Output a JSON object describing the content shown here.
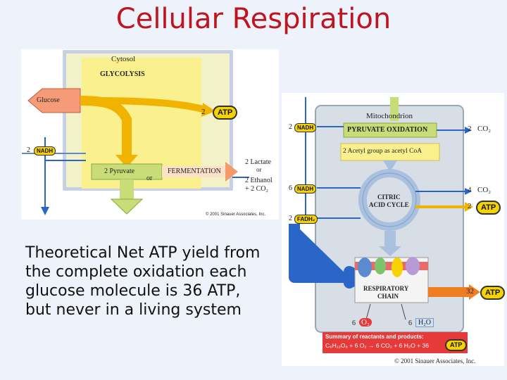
{
  "title": "Cellular Respiration",
  "body_text": "Theoretical Net ATP yield from the complete oxidation each glucose molecule is 36 ATP, but never in a living system",
  "glycolysis_figure": {
    "cytosol": "Cytosol",
    "glycolysis": "GLYCOLYSIS",
    "glucose": "Glucose",
    "atp_count": "2",
    "atp": "ATP",
    "nadh_count": "2",
    "nadh": "NADH",
    "pyruvate": "2 Pyruvate",
    "or": "or",
    "fermentation": "FERMENTATION",
    "lactate": "2 Lactate",
    "or2": "or",
    "ethanol": "2 Ethanol",
    "co2_line": "+ 2 CO₂",
    "copyright": "© 2001 Sinauer Associates, Inc."
  },
  "mito_figure": {
    "mitochondrion": "Mitochondrion",
    "pyruvate_oxidation": "PYRUVATE OXIDATION",
    "acetyl": "2 Acetyl group as acetyl CoA",
    "citric": "CITRIC",
    "acid_cycle": "ACID CYCLE",
    "nadh": "NADH",
    "fadh": "FADH₂",
    "n2": "2",
    "n6": "6",
    "n2b": "2",
    "co2": "CO₂",
    "co2_a_count": "2",
    "co2_b_count": "4",
    "atp_count_a": "2",
    "atp": "ATP",
    "respiratory": "RESPIRATORY",
    "chain": "CHAIN",
    "atp_count_b": "32",
    "o2_count": "6",
    "o2": "O₂",
    "h2o_count": "6",
    "h2o": "H₂O",
    "summary_title": "Summary of reactants and products:",
    "summary_eq": "C₆H₁₂O₆ + 6 O₂ → 6 CO₂ + 6 H₂O + 36",
    "summary_atp": "ATP",
    "copyright": "© 2001 Sinauer Associates, Inc."
  }
}
